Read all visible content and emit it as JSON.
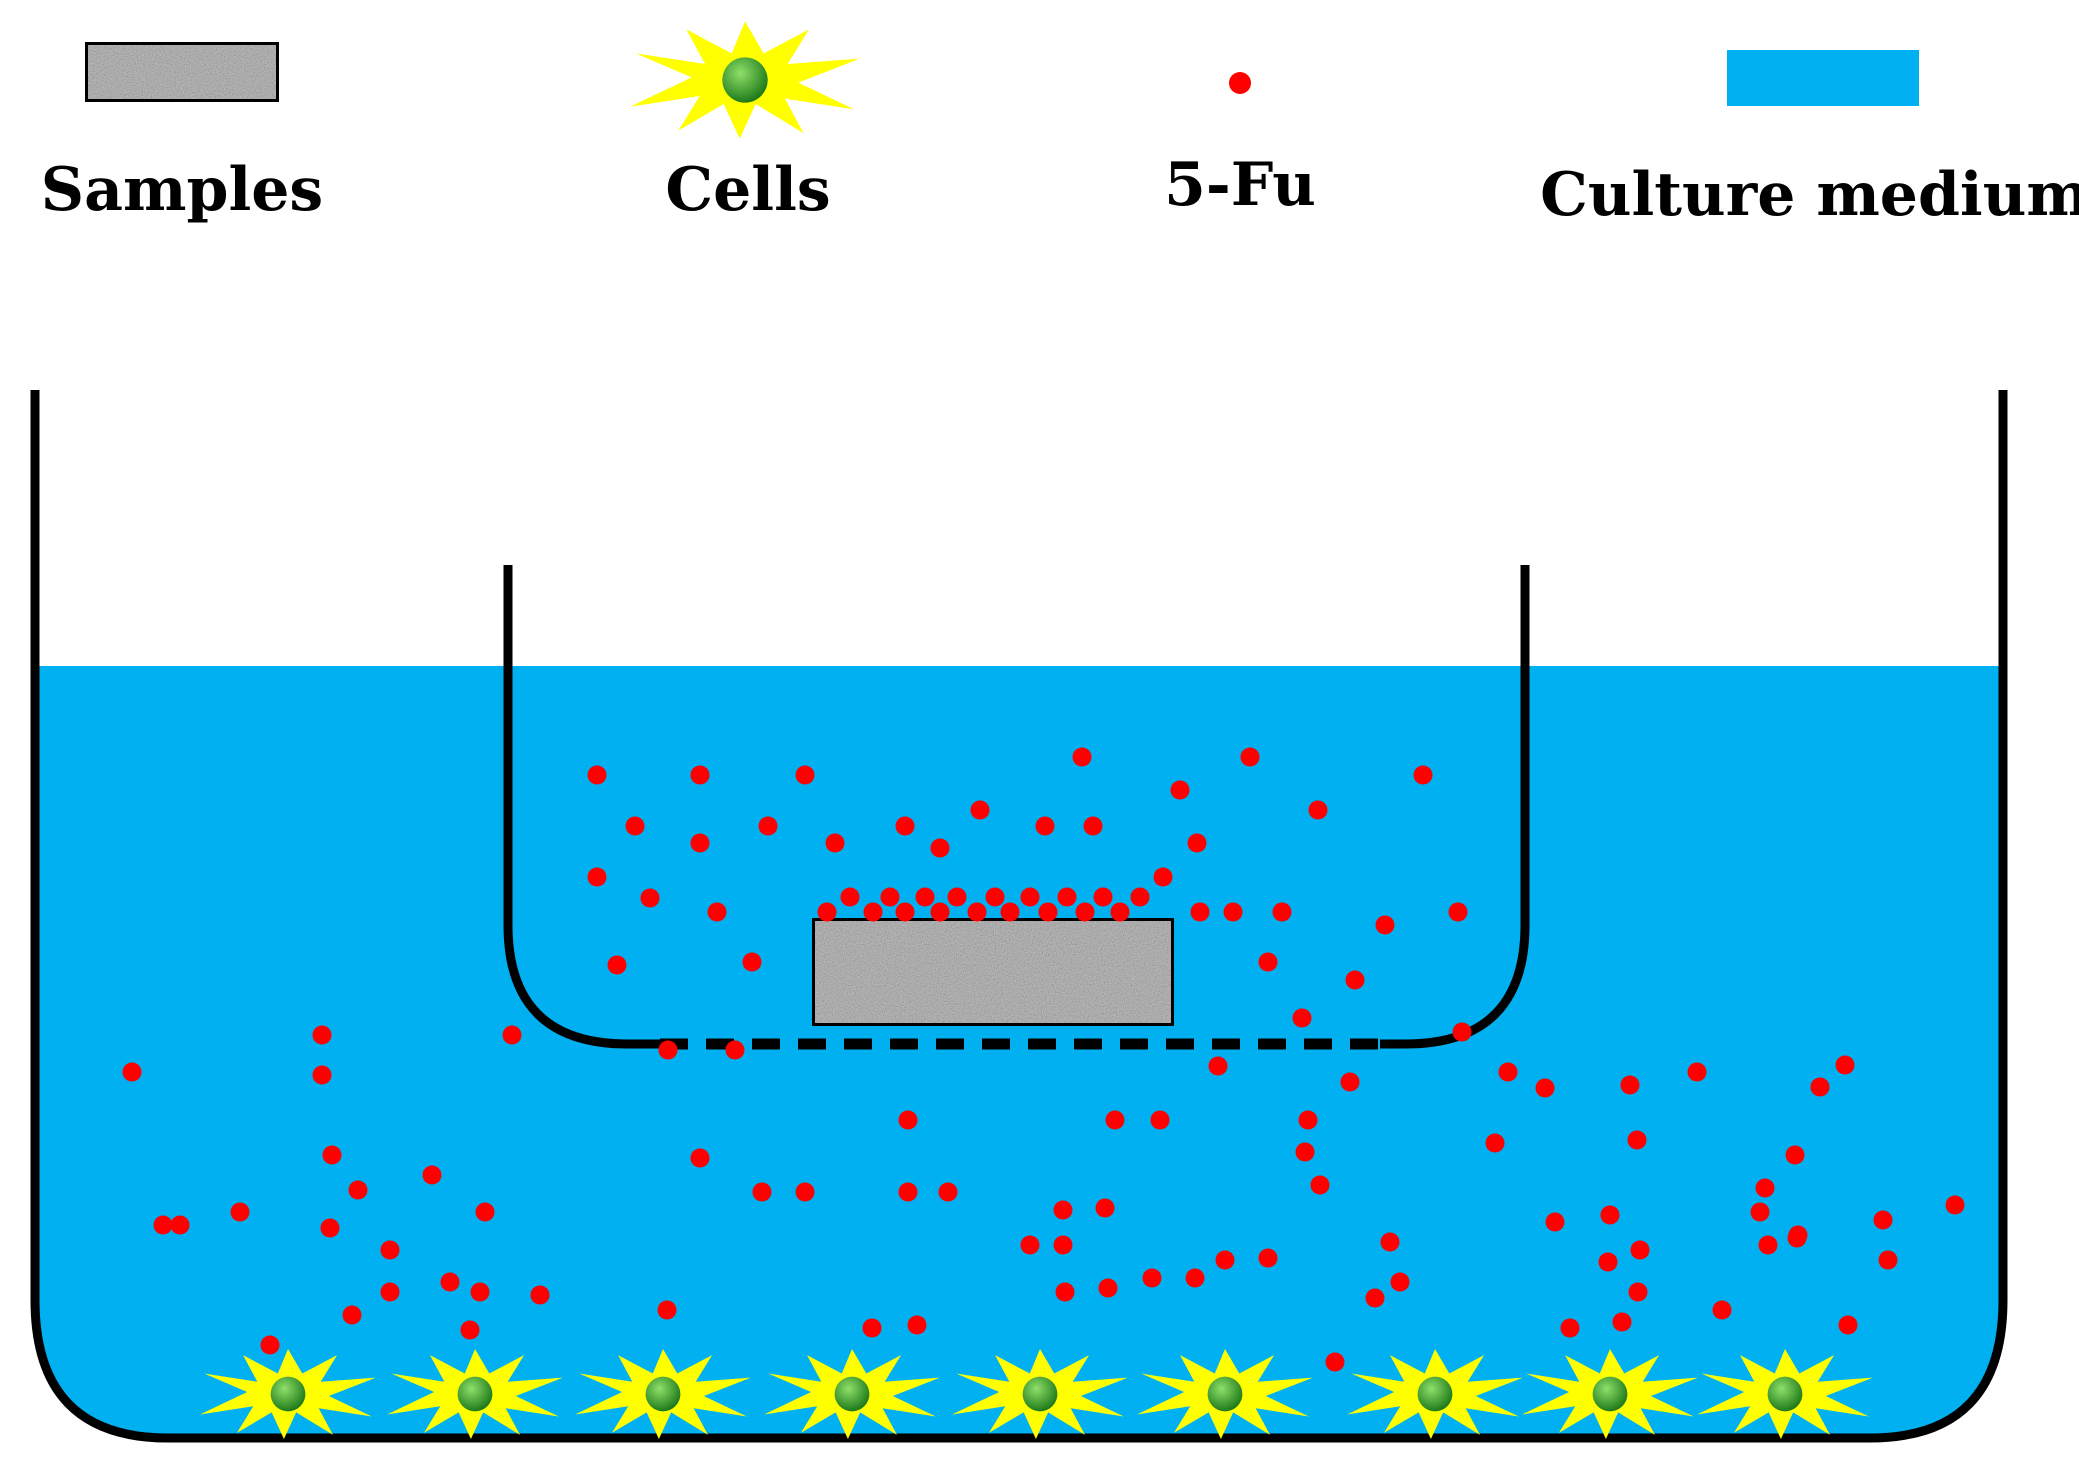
{
  "legend": {
    "samples_label": "Samples",
    "cells_label": "Cells",
    "drug_label": "5-Fu",
    "medium_label": "Culture medium"
  },
  "colors": {
    "medium": "#00b0f0",
    "drug": "#ff0000",
    "cell_body": "#ffff00",
    "cell_nucleus": "#3aa02a",
    "sample_fill": "#bdbdbd",
    "outline": "#000000"
  },
  "icons": {
    "sample": "textured-rectangle",
    "cell": "yellow-star-burst-with-green-nucleus",
    "drug": "red-dot",
    "medium": "blue-rectangle"
  }
}
